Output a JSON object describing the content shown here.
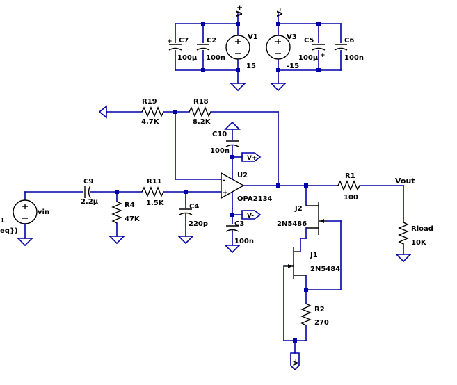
{
  "nets": {
    "vplus": "V+",
    "vminus": "V-",
    "vout": "Vout"
  },
  "components": {
    "c7": {
      "ref": "C7",
      "value": "100µ"
    },
    "c2": {
      "ref": "C2",
      "value": "100n"
    },
    "v1": {
      "ref": "V1",
      "value": "15"
    },
    "v3": {
      "ref": "V3",
      "value": "-15"
    },
    "c5": {
      "ref": "C5",
      "value": "100µ"
    },
    "c6": {
      "ref": "C6",
      "value": "100n"
    },
    "r19": {
      "ref": "R19",
      "value": "4.7K"
    },
    "r18": {
      "ref": "R18",
      "value": "8.2K"
    },
    "c10": {
      "ref": "C10",
      "value": "100n"
    },
    "u2": {
      "ref": "U2",
      "value": "OPA2134"
    },
    "c3": {
      "ref": "C3",
      "value": "100n"
    },
    "c9": {
      "ref": "C9",
      "value": "2.2µ"
    },
    "r11": {
      "ref": "R11",
      "value": "1.5K"
    },
    "r4": {
      "ref": "R4",
      "value": "47K"
    },
    "c4": {
      "ref": "C4",
      "value": "220p"
    },
    "r1": {
      "ref": "R1",
      "value": "100"
    },
    "rload": {
      "ref": "Rload",
      "value": "10K"
    },
    "j2": {
      "ref": "J2",
      "value": "2N5486"
    },
    "j1": {
      "ref": "J1",
      "value": "2N5484"
    },
    "r2": {
      "ref": "R2",
      "value": "270"
    },
    "vin": {
      "ref": "vin",
      "value_fragment_1": "1",
      "value_fragment_2": "eq})"
    }
  },
  "colors": {
    "wire": "#0000a8",
    "component": "#000000",
    "background": "#ffffff"
  }
}
